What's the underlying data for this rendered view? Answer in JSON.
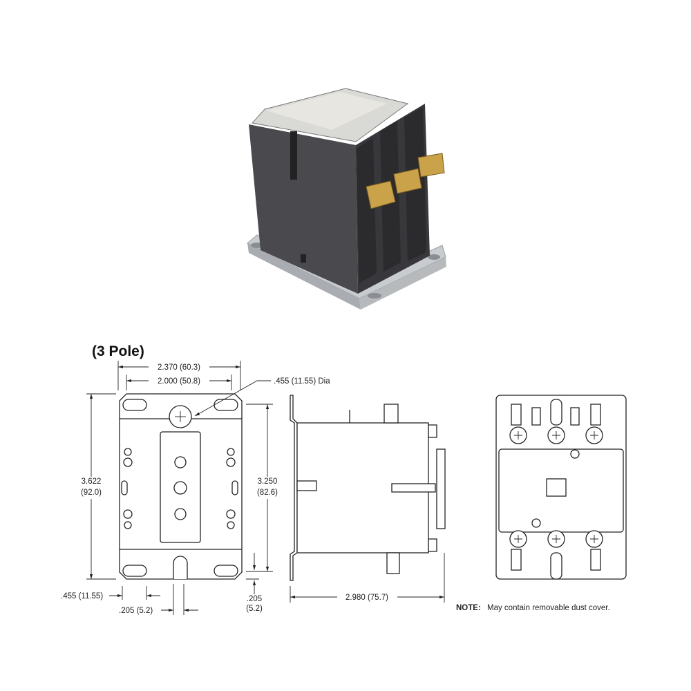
{
  "title": "(3 Pole)",
  "dimensions": {
    "overall_width": "2.370 (60.3)",
    "mount_width": "2.000 (50.8)",
    "hole_dia": ".455 (11.55) Dia",
    "overall_height_in": "3.622",
    "overall_height_mm": "(92.0)",
    "mount_height_in": "3.250",
    "mount_height_mm": "(82.6)",
    "slot_left": ".455 (11.55)",
    "slot_width": ".205 (5.2)",
    "edge_in": ".205",
    "edge_mm": "(5.2)",
    "depth": "2.980 (75.7)"
  },
  "note": {
    "label": "NOTE:",
    "text": "May contain removable dust cover."
  },
  "colors": {
    "body": "#4a4a4e",
    "brass": "#c9a24a",
    "plate": "#c8ccd0"
  }
}
